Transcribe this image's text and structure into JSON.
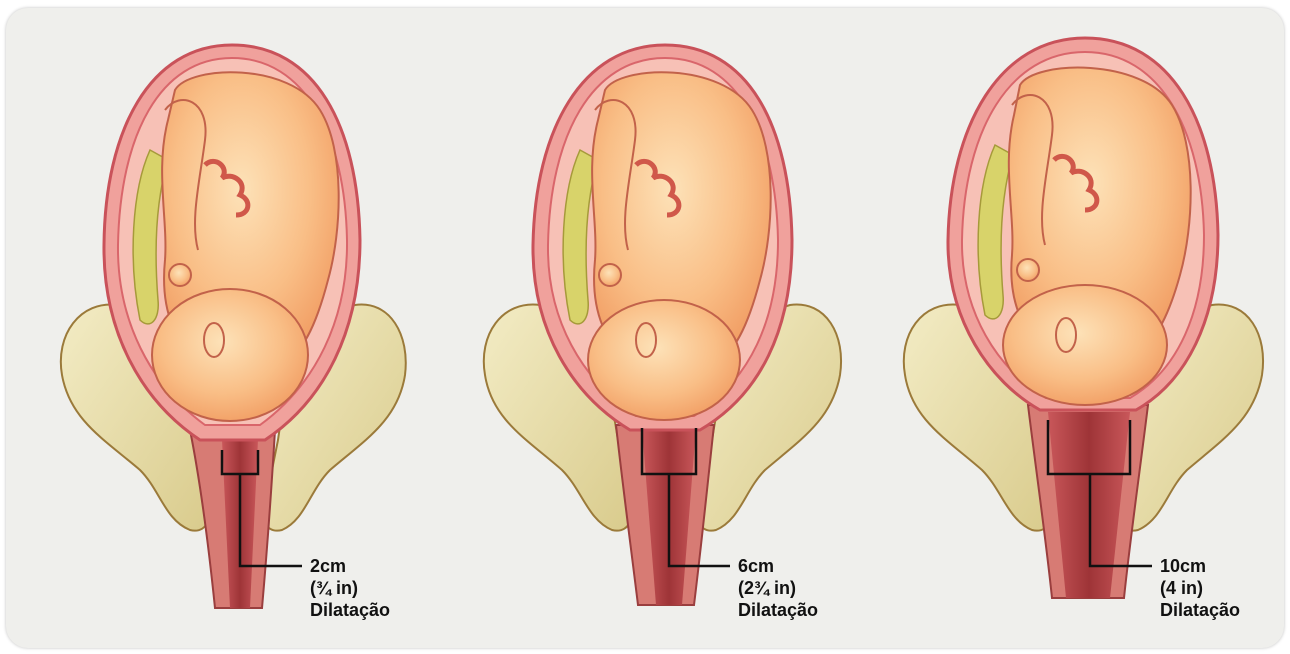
{
  "stages": [
    {
      "size": "2cm",
      "imperial": "(¾ in)",
      "caption": "Dilatação"
    },
    {
      "size": "6cm",
      "imperial": "(2¾ in)",
      "caption": "Dilatação"
    },
    {
      "size": "10cm",
      "imperial": "(4 in)",
      "caption": "Dilatação"
    }
  ],
  "colors": {
    "background": "#efefec",
    "uterus_wall": "#d9666b",
    "uterus_inner": "#f2a4a0",
    "fetus_skin": "#f7b47c",
    "fetus_outline": "#c2624a",
    "placenta": "#d8d36a",
    "pelvis_bone": "#ece3b3",
    "pelvis_outline": "#9b7a3a",
    "cervix": "#a5383b",
    "bracket": "#111111"
  }
}
